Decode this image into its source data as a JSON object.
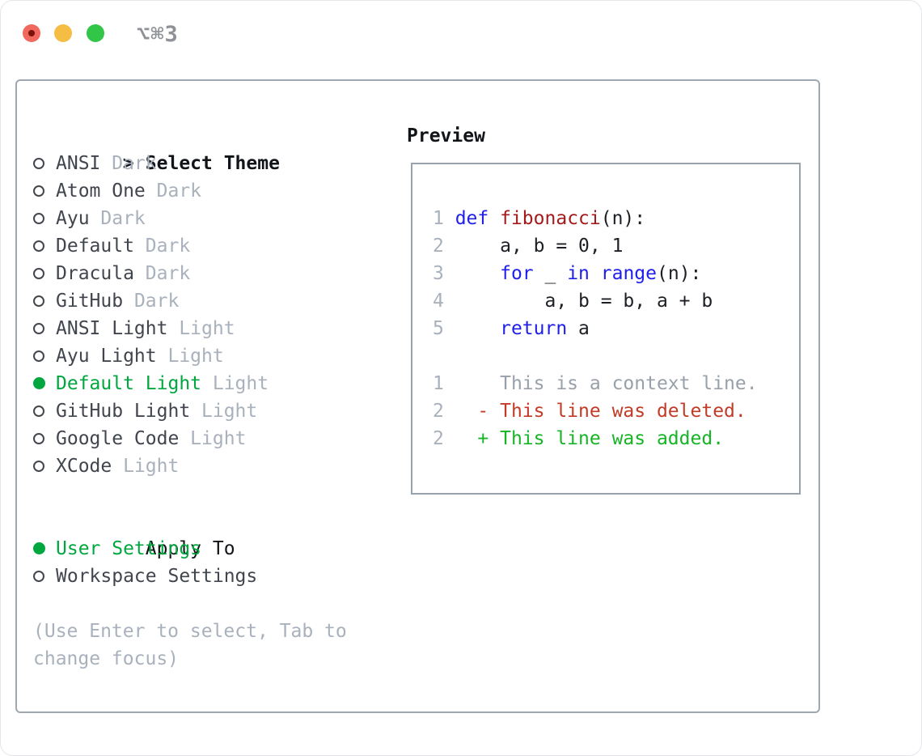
{
  "window": {
    "title": "⌥⌘3"
  },
  "titlebar": {
    "lights": [
      "close-light",
      "minimize-light",
      "zoom-light"
    ],
    "light_colors": {
      "red": "#f1685e",
      "yellow": "#f6bd44",
      "green": "#32c649"
    }
  },
  "left_panel": {
    "header": {
      "marker": ">",
      "label": "Select Theme"
    },
    "themes": [
      {
        "name": "ANSI",
        "variant": "Dark",
        "selected": false
      },
      {
        "name": "Atom One",
        "variant": "Dark",
        "selected": false
      },
      {
        "name": "Ayu",
        "variant": "Dark",
        "selected": false
      },
      {
        "name": "Default",
        "variant": "Dark",
        "selected": false
      },
      {
        "name": "Dracula",
        "variant": "Dark",
        "selected": false
      },
      {
        "name": "GitHub",
        "variant": "Dark",
        "selected": false
      },
      {
        "name": "ANSI Light",
        "variant": "Light",
        "selected": false
      },
      {
        "name": "Ayu Light",
        "variant": "Light",
        "selected": false
      },
      {
        "name": "Default Light",
        "variant": "Light",
        "selected": true
      },
      {
        "name": "GitHub Light",
        "variant": "Light",
        "selected": false
      },
      {
        "name": "Google Code",
        "variant": "Light",
        "selected": false
      },
      {
        "name": "XCode",
        "variant": "Light",
        "selected": false
      }
    ],
    "apply_to": {
      "label": "Apply To",
      "options": [
        {
          "name": "User Settings",
          "selected": true
        },
        {
          "name": "Workspace Settings",
          "selected": false
        }
      ]
    },
    "hint": "(Use Enter to select, Tab to change focus)"
  },
  "preview": {
    "label": "Preview",
    "code_lines": [
      {
        "num": "1",
        "tokens": [
          {
            "t": "def",
            "c": "kw"
          },
          {
            "t": " "
          },
          {
            "t": "fibonacci",
            "c": "fn"
          },
          {
            "t": "(n):"
          }
        ]
      },
      {
        "num": "2",
        "tokens": [
          {
            "t": "    a, b = 0, 1"
          }
        ]
      },
      {
        "num": "3",
        "tokens": [
          {
            "t": "    "
          },
          {
            "t": "for",
            "c": "kw"
          },
          {
            "t": " _ "
          },
          {
            "t": "in",
            "c": "kw"
          },
          {
            "t": " "
          },
          {
            "t": "range",
            "c": "kw"
          },
          {
            "t": "(n):"
          }
        ]
      },
      {
        "num": "4",
        "tokens": [
          {
            "t": "        a, b = b, a + b"
          }
        ]
      },
      {
        "num": "5",
        "tokens": [
          {
            "t": "    "
          },
          {
            "t": "return",
            "c": "kw"
          },
          {
            "t": " a"
          }
        ]
      }
    ],
    "diff_lines": [
      {
        "num": "1",
        "kind": "ctx",
        "text": "    This is a context line."
      },
      {
        "num": "2",
        "kind": "del",
        "text": "  - This line was deleted."
      },
      {
        "num": "2",
        "kind": "add",
        "text": "  + This line was added."
      }
    ]
  },
  "colors": {
    "selected_green": "#00a73f",
    "keyword_blue": "#2020e8",
    "function_red": "#a31b1b",
    "diff_added_green": "#17b426",
    "diff_deleted_red": "#c23b27",
    "muted_gray": "#a9b1bc",
    "panel_border": "#9fa7b1"
  }
}
